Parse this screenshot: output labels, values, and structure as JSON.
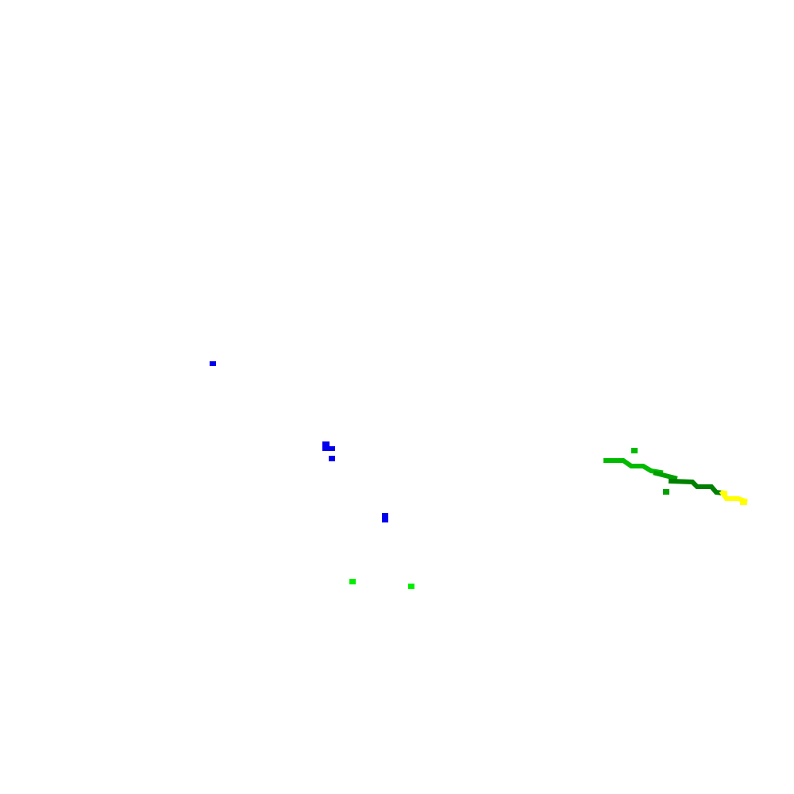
{
  "palette": {
    "background": "#ffffff",
    "blue": "#0000ee",
    "bright_green": "#00ee00",
    "medium_green": "#00bb00",
    "mid_green": "#00a000",
    "dark_green": "#008000",
    "yellow": "#ffff00"
  },
  "marks": [
    {
      "id": "blue-mark-1",
      "color": "blue"
    },
    {
      "id": "blue-mark-2",
      "color": "blue"
    },
    {
      "id": "blue-mark-3",
      "color": "blue"
    },
    {
      "id": "blue-mark-4",
      "color": "blue"
    },
    {
      "id": "blue-mark-5",
      "color": "blue"
    },
    {
      "id": "green-mark-1",
      "color": "bright_green"
    },
    {
      "id": "green-mark-2",
      "color": "bright_green"
    },
    {
      "id": "green-mark-3",
      "color": "medium_green"
    },
    {
      "id": "green-mark-4",
      "color": "mid_green"
    },
    {
      "id": "trail-segment-1",
      "color": "medium_green"
    },
    {
      "id": "trail-segment-2",
      "color": "mid_green"
    },
    {
      "id": "trail-segment-3",
      "color": "dark_green"
    },
    {
      "id": "trail-segment-4",
      "color": "yellow"
    }
  ]
}
